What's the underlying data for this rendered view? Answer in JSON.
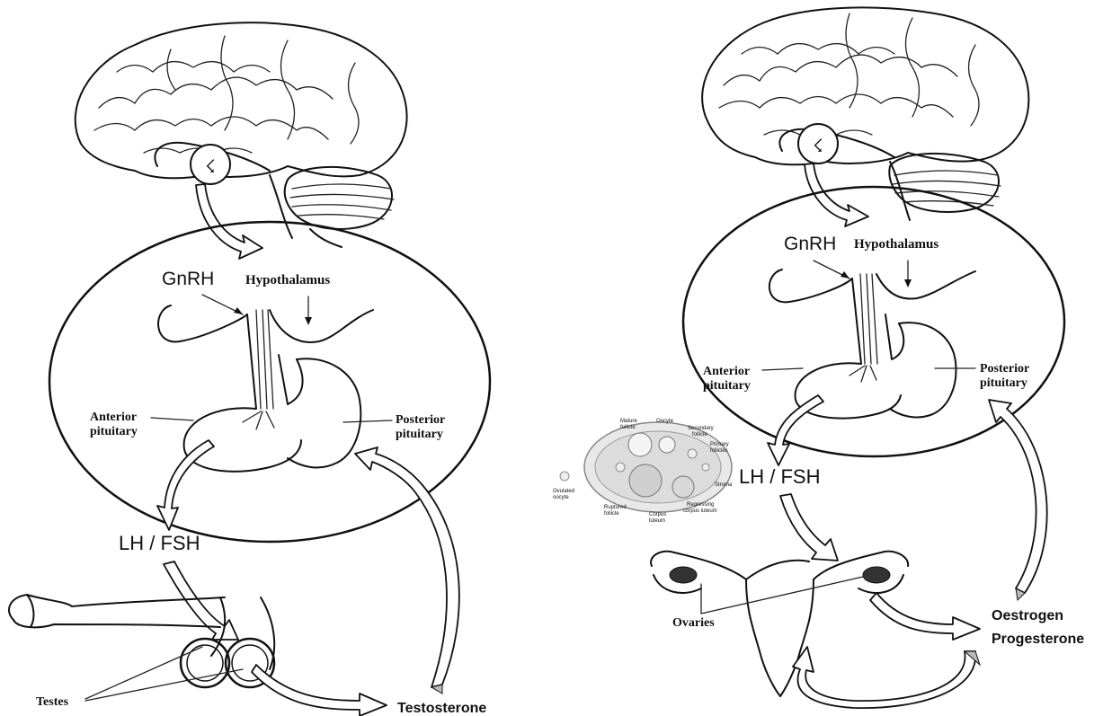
{
  "male": {
    "gnrh": "GnRH",
    "hypothalamus": "Hypothalamus",
    "anterior_pituitary_1": "Anterior",
    "anterior_pituitary_2": "pituitary",
    "posterior_pituitary_1": "Posterior",
    "posterior_pituitary_2": "pituitary",
    "lh_fsh": "LH / FSH",
    "testes": "Testes",
    "testosterone": "Testosterone"
  },
  "female": {
    "gnrh": "GnRH",
    "hypothalamus": "Hypothalamus",
    "anterior_pituitary_1": "Anterior",
    "anterior_pituitary_2": "pituitary",
    "posterior_pituitary_1": "Posterior",
    "posterior_pituitary_2": "pituitary",
    "lh_fsh": "LH / FSH",
    "ovaries": "Ovaries",
    "oestrogen": "Oestrogen",
    "progesterone": "Progesterone"
  },
  "ovary_inset": {
    "mature_follicle_1": "Mature",
    "mature_follicle_2": "follicle",
    "oocyte": "Oocyte",
    "secondary_follicle_1": "Secondary",
    "secondary_follicle_2": "follicle",
    "primary_follicles_1": "Primary",
    "primary_follicles_2": "follicles",
    "stroma": "Stroma",
    "ovulated_oocyte_1": "Ovulated",
    "ovulated_oocyte_2": "oocyte",
    "ruptured_follicle_1": "Ruptured",
    "ruptured_follicle_2": "follicle",
    "corpus_luteum_1": "Corpus",
    "corpus_luteum_2": "luteum",
    "regressing_cl_1": "Regressing",
    "regressing_cl_2": "corpus luteum"
  }
}
